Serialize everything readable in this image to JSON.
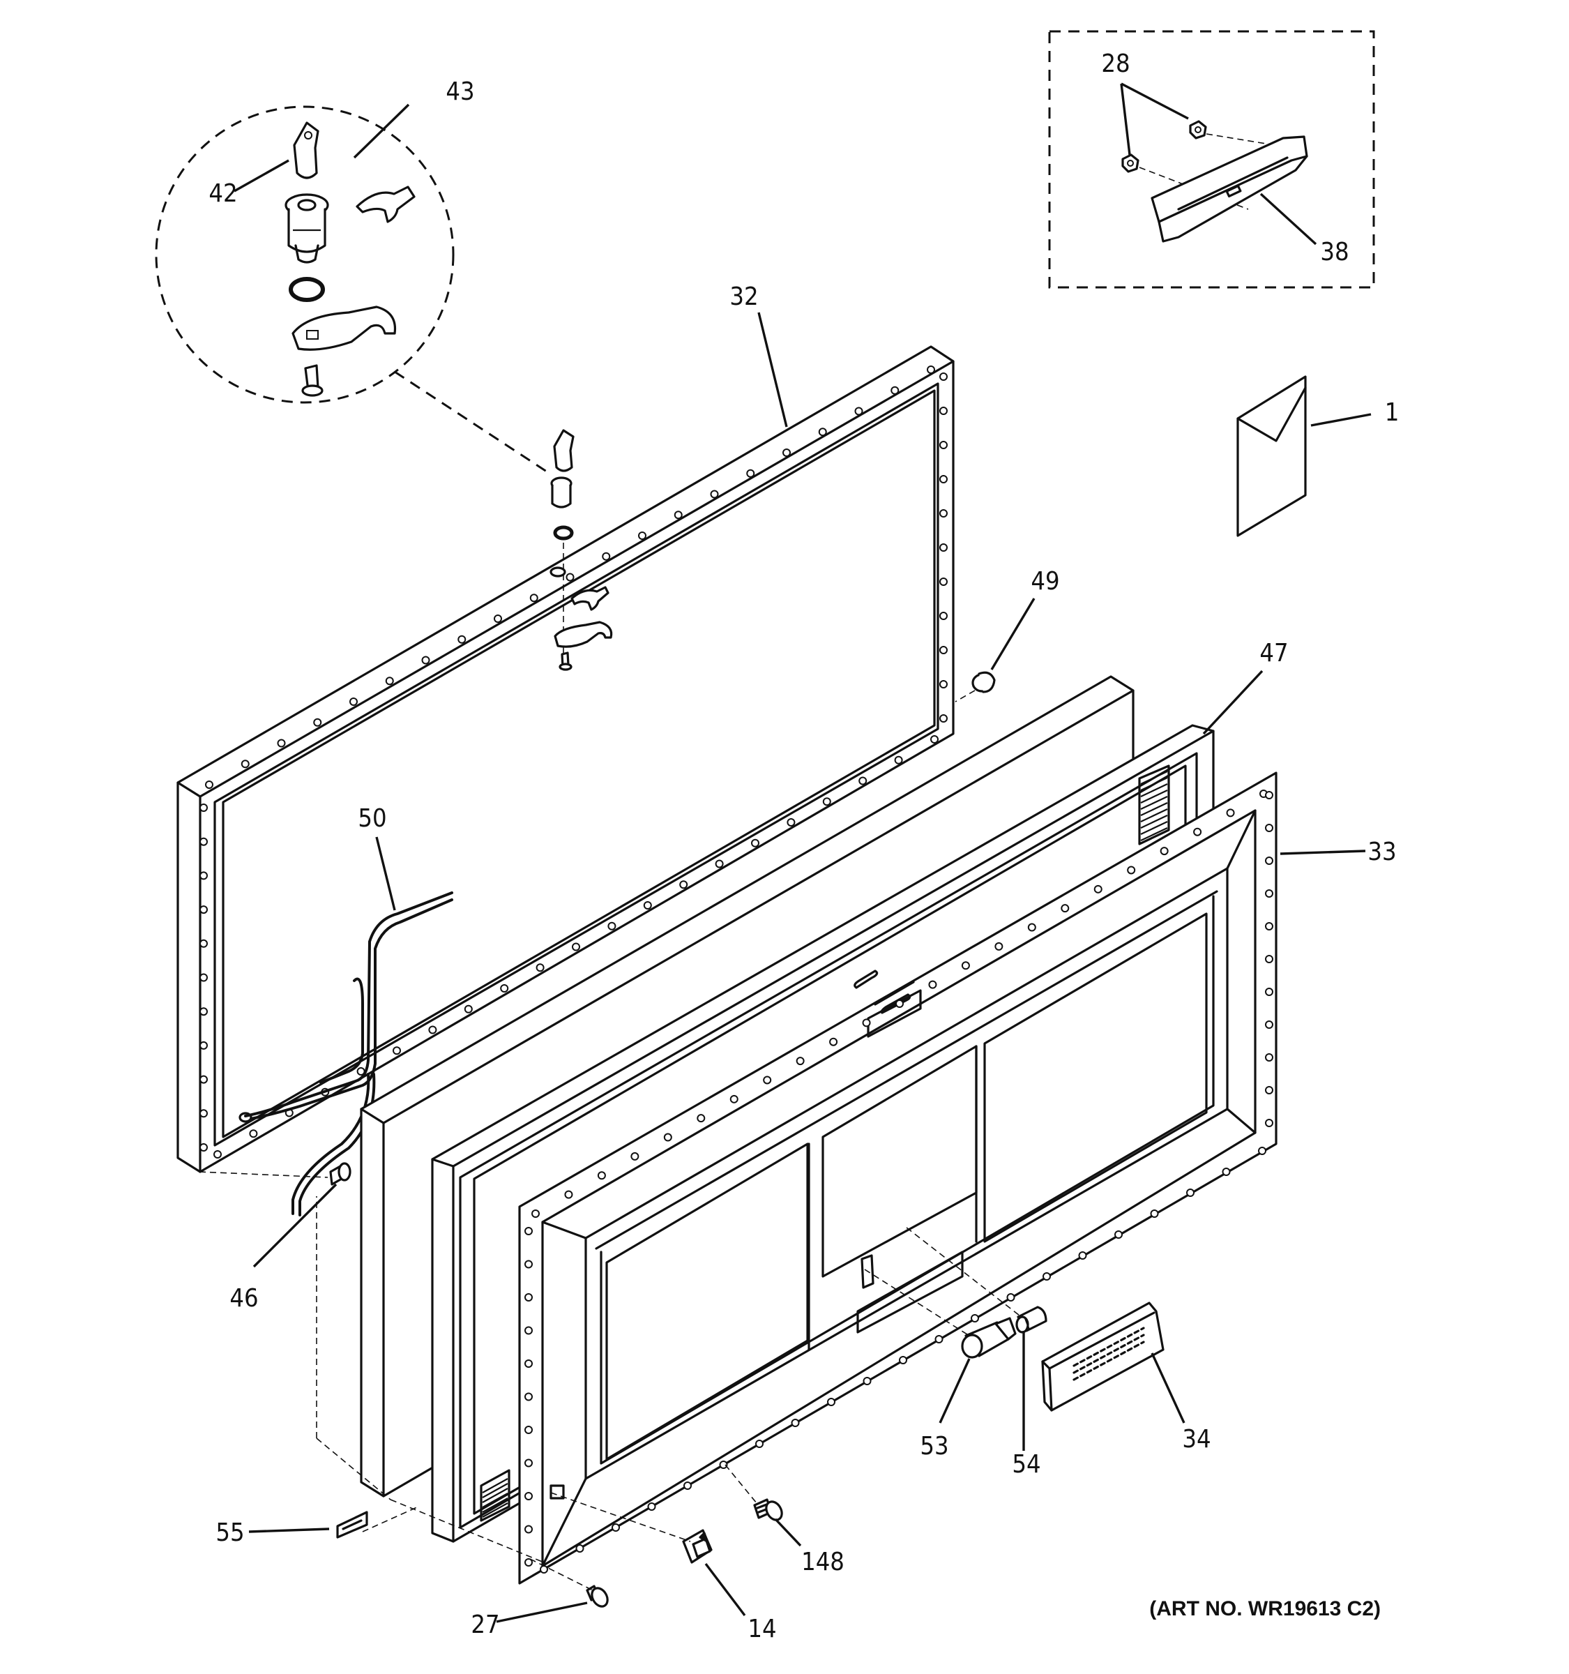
{
  "callouts": {
    "c1": "1",
    "c14": "14",
    "c27": "27",
    "c28": "28",
    "c32": "32",
    "c33": "33",
    "c34": "34",
    "c38": "38",
    "c42": "42",
    "c43": "43",
    "c46": "46",
    "c47": "47",
    "c49": "49",
    "c50": "50",
    "c53": "53",
    "c54": "54",
    "c55": "55",
    "c148": "148"
  },
  "art_number": "(ART NO. WR19613 C2)"
}
